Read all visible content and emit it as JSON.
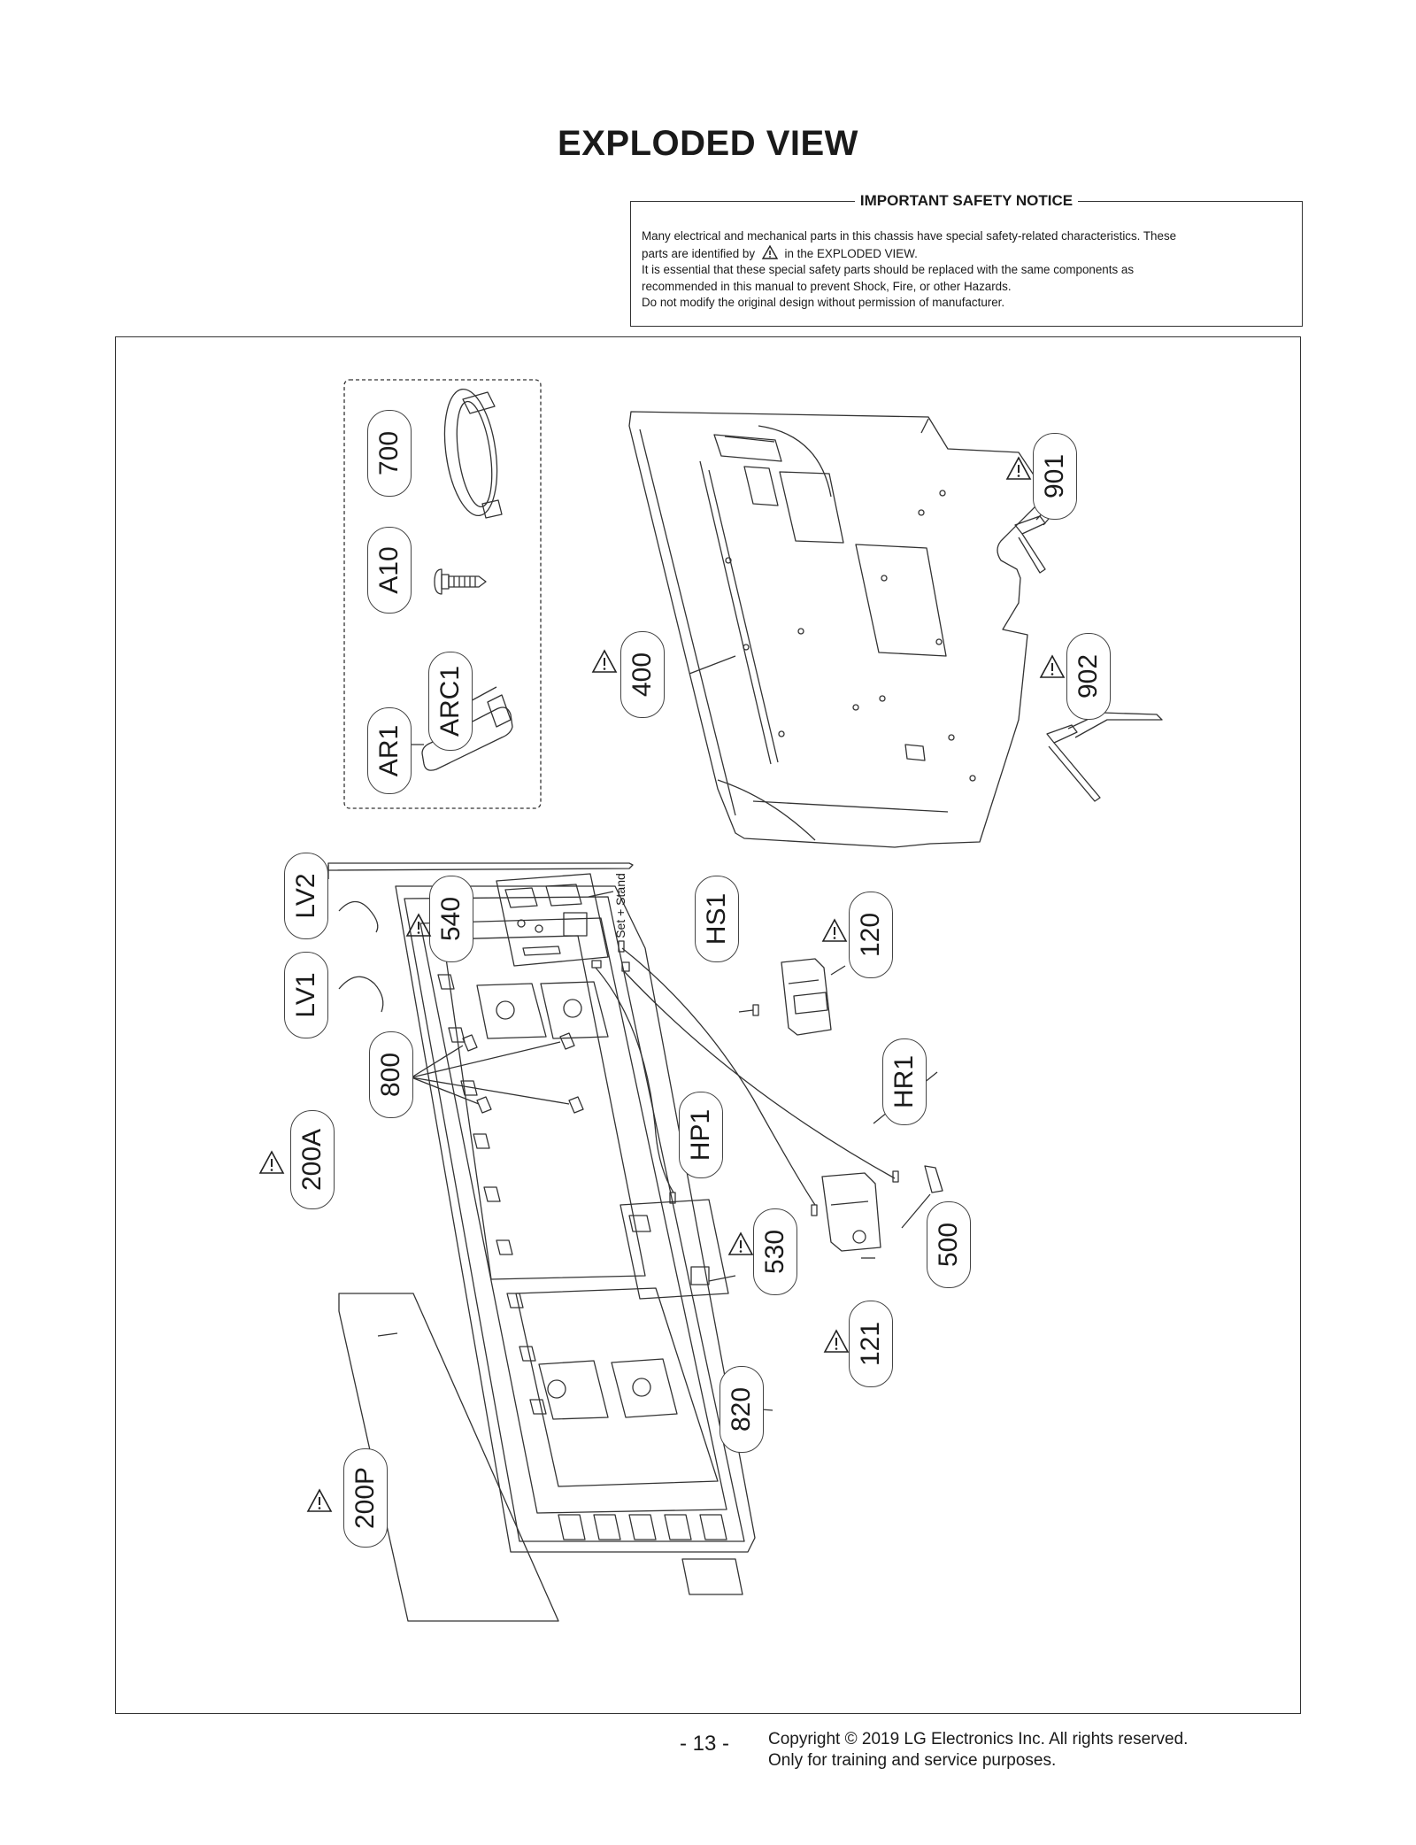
{
  "page": {
    "title": "EXPLODED VIEW",
    "page_number": "- 13 -",
    "copyright_line1": "Copyright © 2019 LG Electronics Inc. All rights reserved.",
    "copyright_line2": "Only for training and service purposes."
  },
  "notice": {
    "title": "IMPORTANT SAFETY NOTICE",
    "line1": "Many electrical and mechanical parts in this chassis have special safety-related characteristics. These",
    "line2_a": "parts are identified by",
    "line2_b": "in the EXPLODED VIEW.",
    "line3": "It is essential that these special safety parts should be replaced with the same components as",
    "line4": "recommended in this manual to prevent Shock, Fire, or other Hazards.",
    "line5": "Do not modify the original design without permission of manufacturer."
  },
  "accessories": {
    "caption": "Set + Stand"
  },
  "parts": {
    "p700": "700",
    "pA10": "A10",
    "pARC1": "ARC1",
    "pAR1": "AR1",
    "p400": "400",
    "p901": "901",
    "p902": "902",
    "pLV2": "LV2",
    "pLV1": "LV1",
    "p540": "540",
    "pHS1": "HS1",
    "p120": "120",
    "p800": "800",
    "pHR1": "HR1",
    "p200A": "200A",
    "pHP1": "HP1",
    "p500": "500",
    "p530": "530",
    "p121": "121",
    "p820": "820",
    "p200P": "200P"
  }
}
